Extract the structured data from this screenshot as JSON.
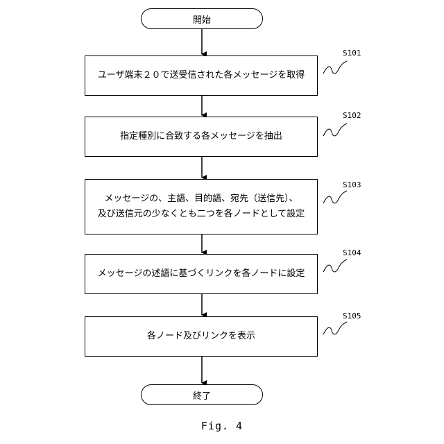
{
  "start": "開始",
  "end": "終了",
  "steps": [
    {
      "id": "S101",
      "lines": [
        "ユーザ端末２０で送受信された各メッセージを取得"
      ]
    },
    {
      "id": "S102",
      "lines": [
        "指定種別に合致する各メッセージを抽出"
      ]
    },
    {
      "id": "S103",
      "lines": [
        "メッセージの、主語、目的語、宛先（送信先）、",
        "及び送信元の少なくとも二つを各ノードとして設定"
      ]
    },
    {
      "id": "S104",
      "lines": [
        "メッセージの述語に基づくリンクを各ノードに設定"
      ]
    },
    {
      "id": "S105",
      "lines": [
        "各ノード及びリンクを表示"
      ]
    }
  ],
  "caption": "Fig. 4"
}
